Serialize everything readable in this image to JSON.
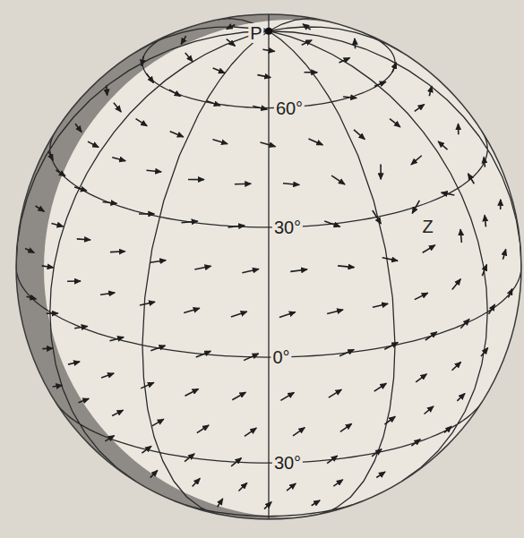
{
  "diagram": {
    "labels": [
      "P",
      "60°",
      "30°",
      "0°",
      "30°",
      "Z"
    ]
  }
}
